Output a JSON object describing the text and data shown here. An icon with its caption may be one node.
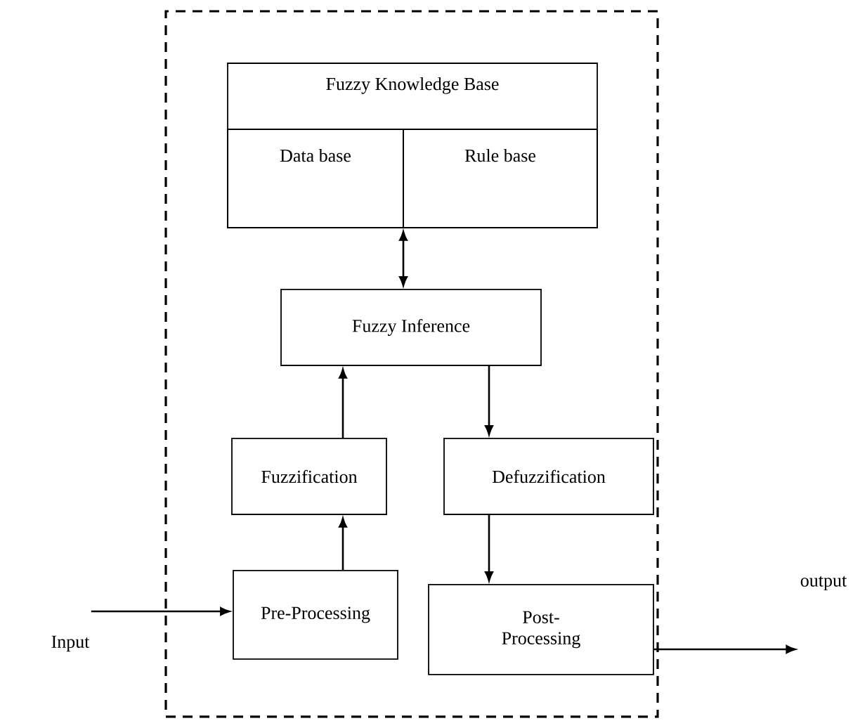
{
  "diagram": {
    "nodes": [
      {
        "text": [],
        "shape": "box"
      },
      {
        "text": [
          "Fuzzy Knowledge Base"
        ],
        "in": 0
      },
      {
        "text": [
          "Data base"
        ],
        "in": 1
      },
      {
        "text": [
          "Rule base"
        ],
        "in": 1
      },
      {
        "text": [
          "Fuzzy Inference"
        ],
        "in": 0
      },
      {
        "text": [
          "Fuzzification"
        ],
        "in": 0
      },
      {
        "text": [
          "Defuzzification"
        ],
        "in": 0
      },
      {
        "text": [
          "Pre-Processing"
        ],
        "in": 0
      },
      {
        "text": [
          "Post- Processing"
        ],
        "in": 0
      },
      {
        "text": [
          "Input"
        ]
      },
      {
        "text": [
          "output"
        ]
      }
    ],
    "edges": [
      {
        "from": 9,
        "to": 7,
        "arrow": "to"
      },
      {
        "from": 7,
        "to": 5,
        "arrow": "to"
      },
      {
        "from": 5,
        "to": 4,
        "arrow": "to"
      },
      {
        "from": 4,
        "to": 6,
        "arrow": "to"
      },
      {
        "from": 6,
        "to": 8,
        "arrow": "to"
      },
      {
        "from": 8,
        "to": 10,
        "arrow": "to"
      },
      {
        "from": 4,
        "to": 1,
        "arrow": "both"
      }
    ]
  }
}
